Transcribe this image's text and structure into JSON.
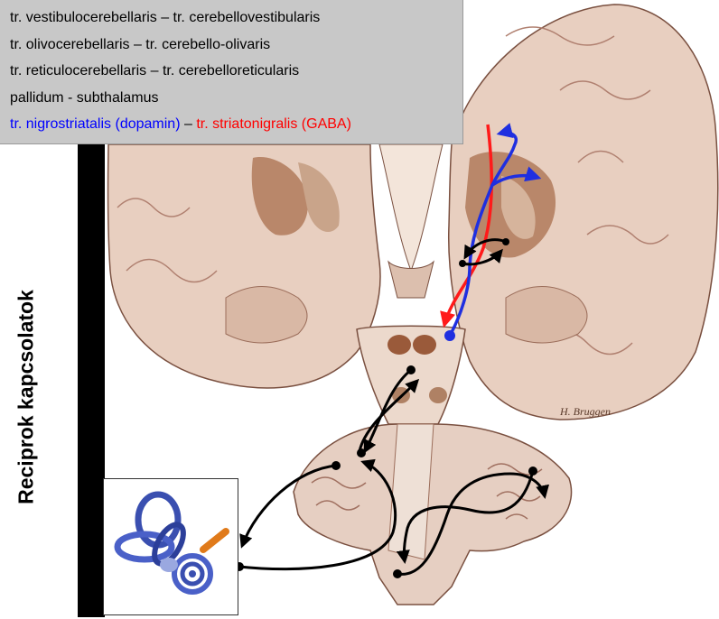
{
  "title": "Reciprok kapcsolatok",
  "legend": {
    "line1": "tr. vestibulocerebellaris  – tr. cerebellovestibularis",
    "line2": "tr. olivocerebellaris  – tr. cerebello-olivaris",
    "line3": "tr. reticulocerebellaris  – tr. cerebelloreticularis",
    "line4": "pallidum - subthalamus",
    "line5_blue": "tr. nigrostriatalis (dopamin)",
    "line5_sep": " – ",
    "line5_red": "tr. striatonigralis (GABA)"
  },
  "signature": "H. Bruggen",
  "colors": {
    "dopamine_path": "#1f2fe0",
    "gaba_path": "#ff1a1a",
    "connection_arrows": "#000000",
    "brain_tissue": "#e8cfc0",
    "gray_matter": "#b07a5a"
  },
  "icons": [
    "inner-ear-labyrinth-icon",
    "brain-coronal-section-illustration",
    "cerebellum-illustration"
  ]
}
